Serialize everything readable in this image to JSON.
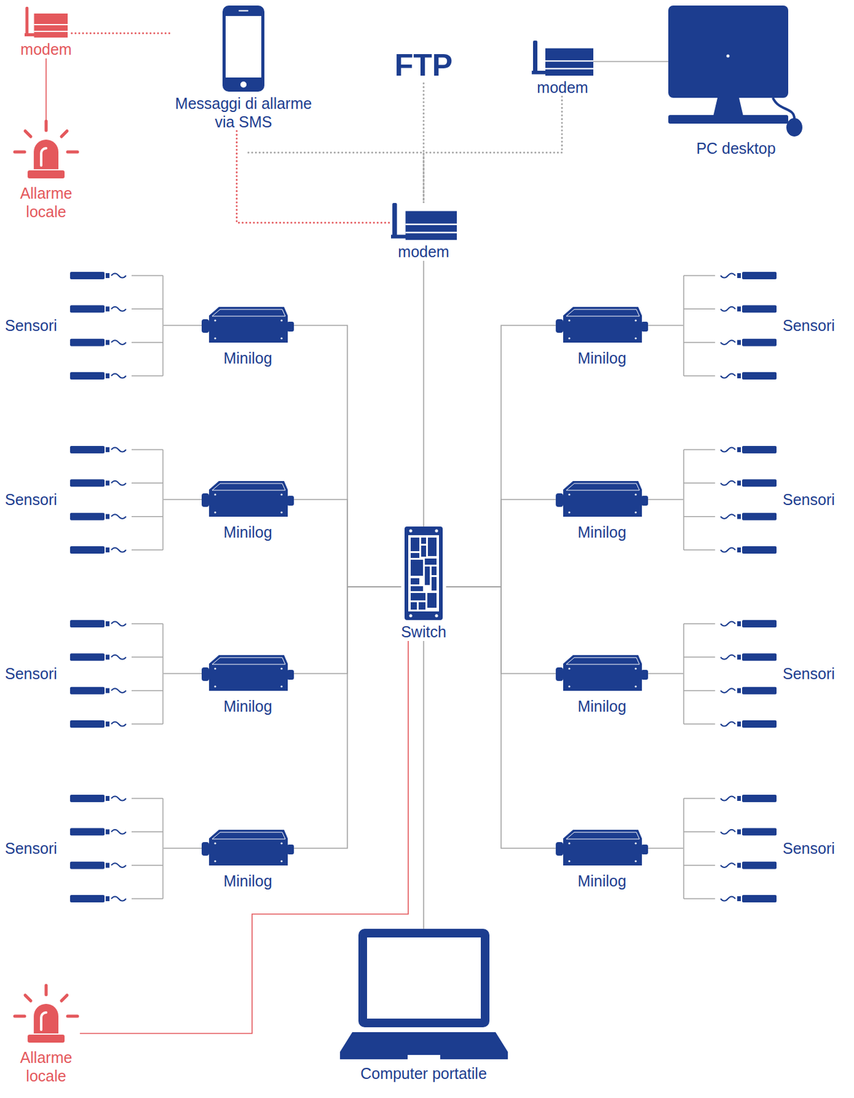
{
  "diagram": {
    "nodes": [
      {
        "text": [
          "modem"
        ]
      },
      {
        "text": [
          "Messaggi di allarme via SMS"
        ]
      },
      {
        "text": [
          "FTP"
        ]
      },
      {
        "text": [
          "modem"
        ]
      },
      {
        "text": [
          "PC desktop"
        ]
      },
      {
        "text": [
          "Allarme locale"
        ]
      },
      {
        "text": [
          "modem"
        ]
      },
      {
        "text": [
          "Sensori"
        ]
      },
      {
        "text": [
          "Minilog"
        ]
      },
      {
        "text": [
          "Minilog"
        ]
      },
      {
        "text": [
          "Sensori"
        ]
      },
      {
        "text": [
          "Sensori"
        ]
      },
      {
        "text": [
          "Minilog"
        ]
      },
      {
        "text": [
          "Minilog"
        ]
      },
      {
        "text": [
          "Sensori"
        ]
      },
      {
        "text": [
          "Switch"
        ]
      },
      {
        "text": [
          "Sensori"
        ]
      },
      {
        "text": [
          "Minilog"
        ]
      },
      {
        "text": [
          "Minilog"
        ]
      },
      {
        "text": [
          "Sensori"
        ]
      },
      {
        "text": [
          "Sensori"
        ]
      },
      {
        "text": [
          "Minilog"
        ]
      },
      {
        "text": [
          "Minilog"
        ]
      },
      {
        "text": [
          "Sensori"
        ]
      },
      {
        "text": [
          "Computer portatile"
        ]
      },
      {
        "text": [
          "Allarme locale"
        ]
      }
    ],
    "edges": [
      {
        "from": 0,
        "to": 1,
        "arrow": "none"
      },
      {
        "from": 0,
        "to": 5,
        "arrow": "none"
      },
      {
        "from": 1,
        "to": 6,
        "arrow": "none"
      },
      {
        "from": 2,
        "to": 6,
        "arrow": "none"
      },
      {
        "from": 3,
        "to": 6,
        "arrow": "none"
      },
      {
        "from": 3,
        "to": 4,
        "arrow": "none"
      },
      {
        "from": 6,
        "to": 15,
        "arrow": "none"
      },
      {
        "from": 7,
        "to": 8,
        "arrow": "none"
      },
      {
        "from": 8,
        "to": 15,
        "arrow": "none"
      },
      {
        "from": 9,
        "to": 15,
        "arrow": "none"
      },
      {
        "from": 10,
        "to": 9,
        "arrow": "none"
      },
      {
        "from": 11,
        "to": 12,
        "arrow": "none"
      },
      {
        "from": 12,
        "to": 15,
        "arrow": "none"
      },
      {
        "from": 13,
        "to": 15,
        "arrow": "none"
      },
      {
        "from": 14,
        "to": 13,
        "arrow": "none"
      },
      {
        "from": 16,
        "to": 17,
        "arrow": "none"
      },
      {
        "from": 17,
        "to": 15,
        "arrow": "none"
      },
      {
        "from": 18,
        "to": 15,
        "arrow": "none"
      },
      {
        "from": 19,
        "to": 18,
        "arrow": "none"
      },
      {
        "from": 20,
        "to": 21,
        "arrow": "none"
      },
      {
        "from": 21,
        "to": 15,
        "arrow": "none"
      },
      {
        "from": 22,
        "to": 15,
        "arrow": "none"
      },
      {
        "from": 23,
        "to": 22,
        "arrow": "none"
      },
      {
        "from": 15,
        "to": 24,
        "arrow": "none"
      },
      {
        "from": 15,
        "to": 25,
        "arrow": "none"
      }
    ]
  }
}
